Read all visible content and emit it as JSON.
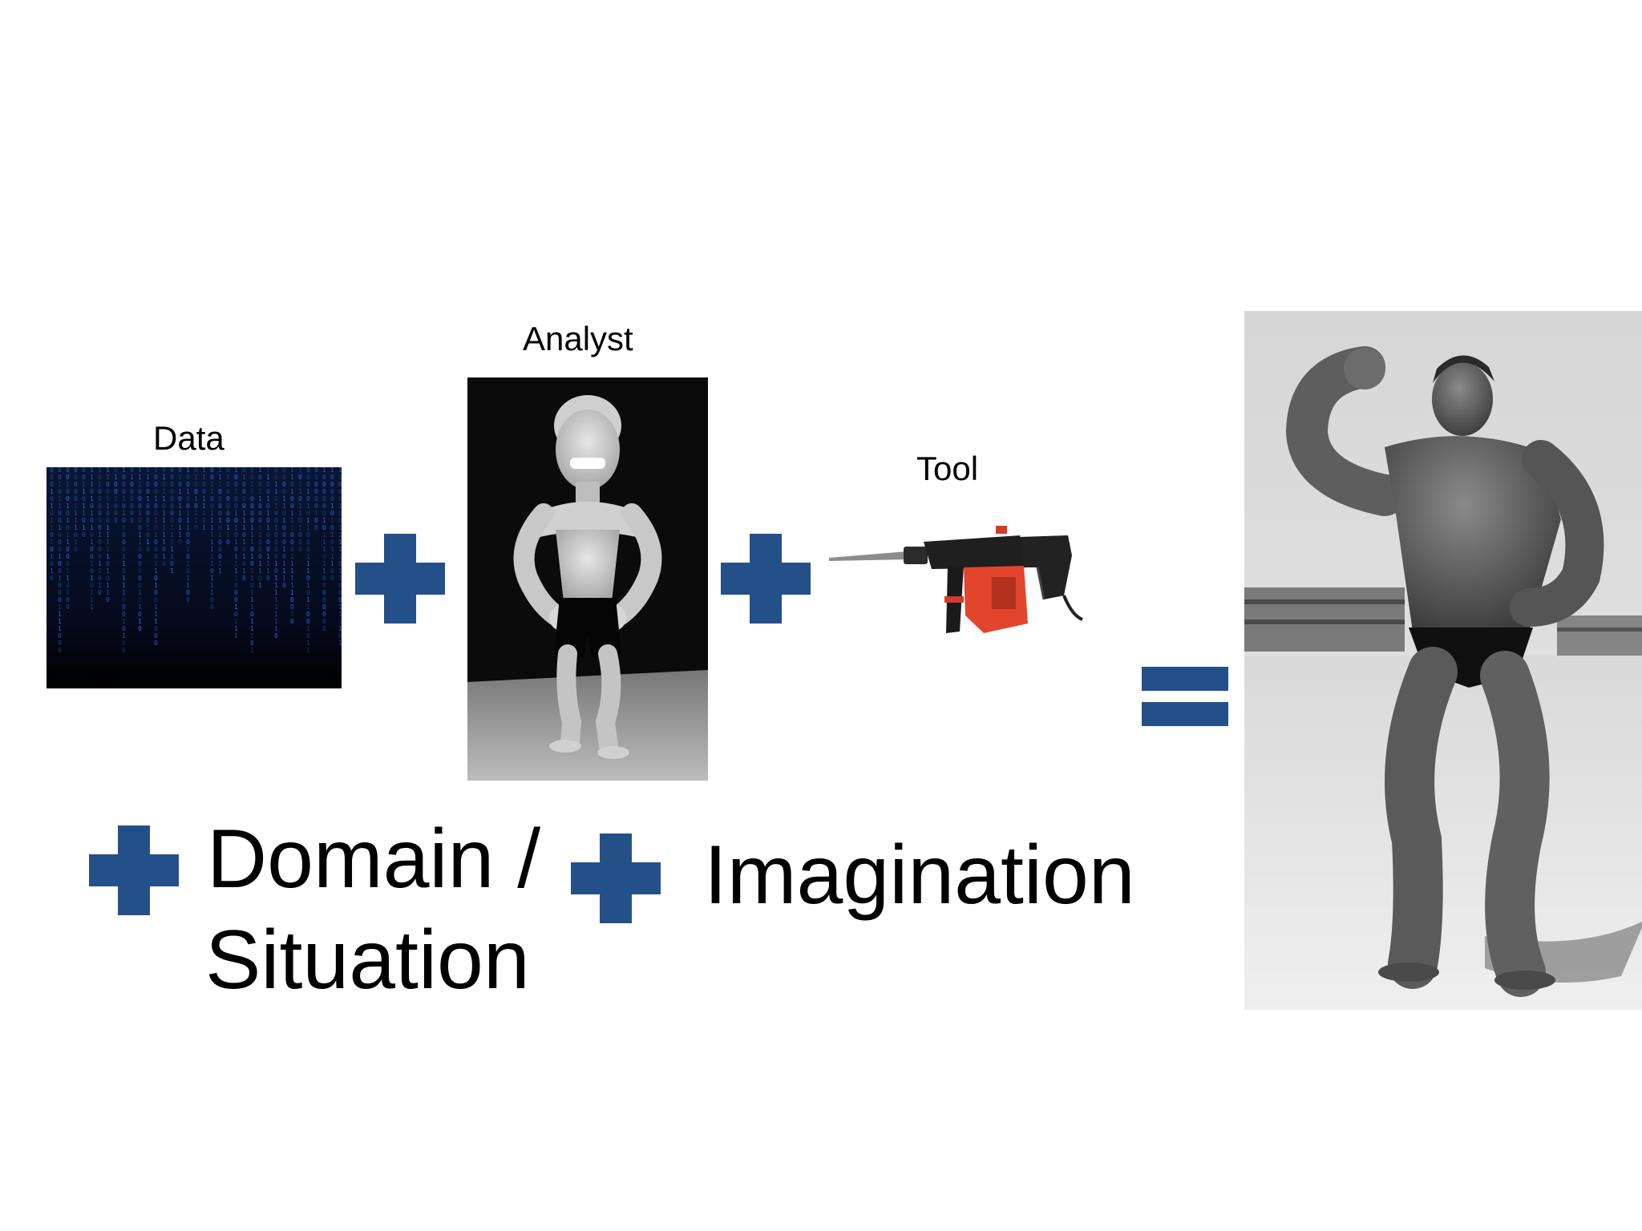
{
  "labels": {
    "data": "Data",
    "analyst": "Analyst",
    "tool": "Tool"
  },
  "bottom": {
    "domain_line1": "Domain /",
    "domain_line2": "Situation",
    "imagination": "Imagination"
  },
  "colors": {
    "accent": "#24508a",
    "matrix_bg": "#04060f",
    "matrix_glyph": "#2a6cf0"
  },
  "icons": {
    "operator_plus": "plus-icon",
    "operator_equals": "equals-icon"
  }
}
